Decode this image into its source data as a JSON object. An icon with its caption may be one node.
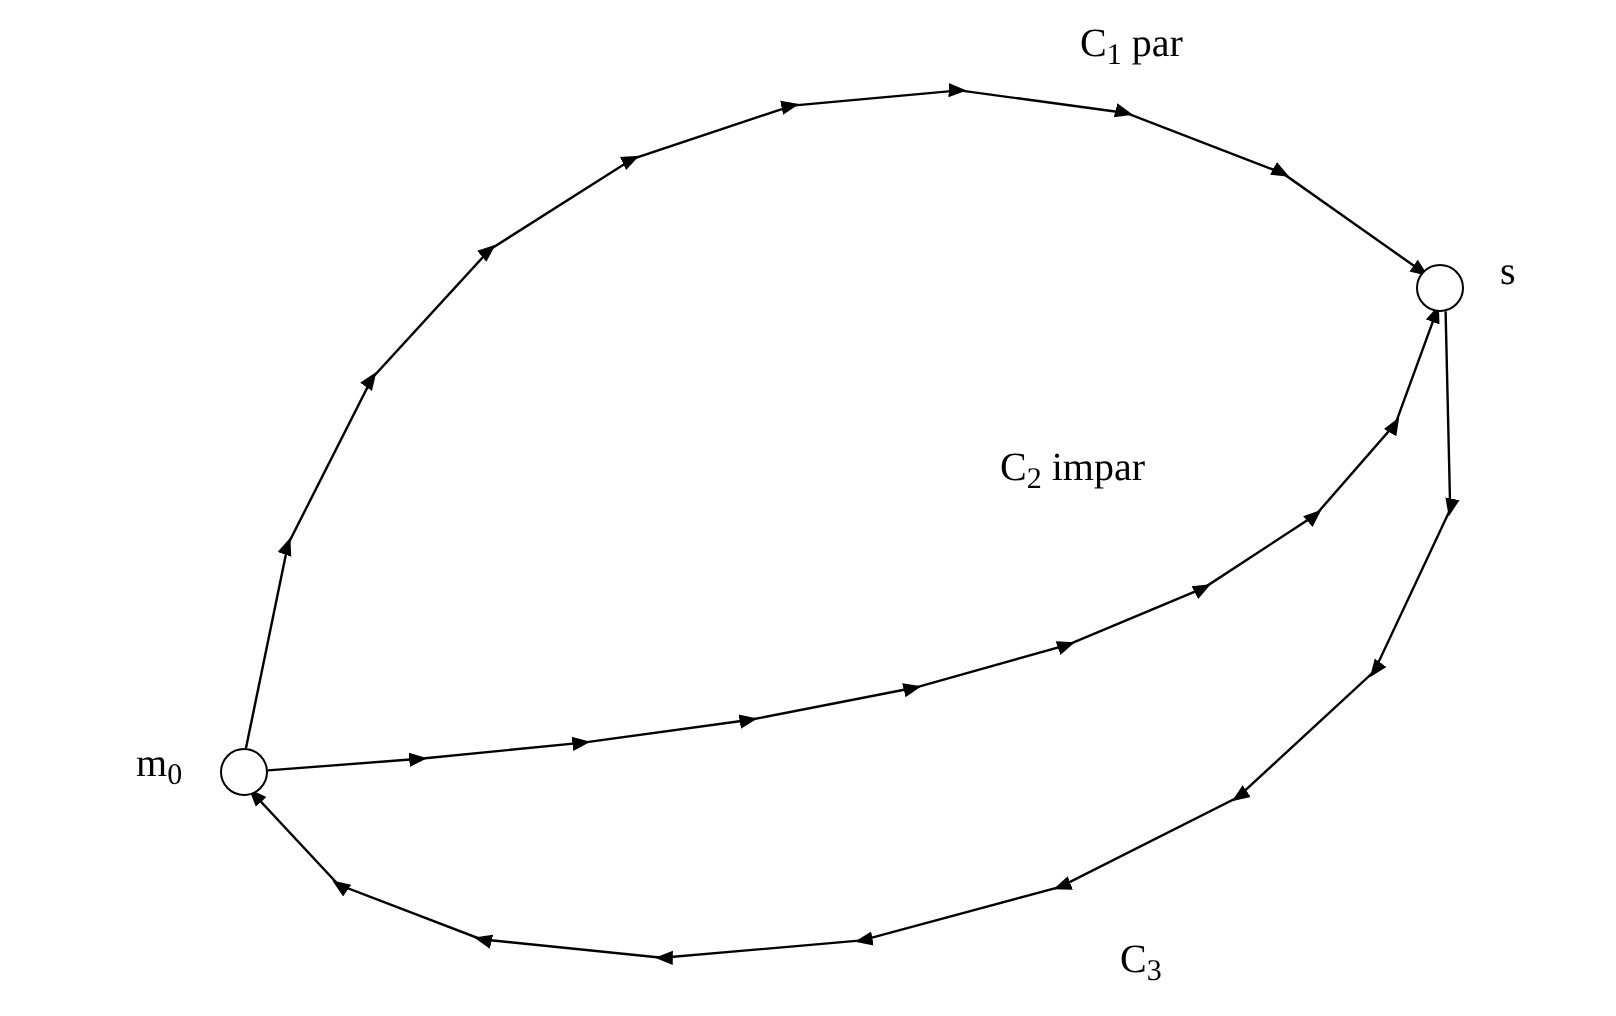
{
  "diagram": {
    "nodes": [
      {
        "text": [],
        "shape": "circle",
        "beside": [
          "m$_{0}$"
        ]
      },
      {
        "text": [],
        "shape": "circle",
        "beside": [
          "s"
        ]
      }
    ],
    "edges": [
      {
        "from": 0,
        "to": 1,
        "arrow": "to",
        "label": "C$_{1}$ par"
      },
      {
        "from": 0,
        "to": 1,
        "arrow": "to",
        "label": "C$_{2}$ impar"
      },
      {
        "from": 1,
        "to": 0,
        "arrow": "to",
        "label": "C$_{3}$"
      }
    ]
  }
}
